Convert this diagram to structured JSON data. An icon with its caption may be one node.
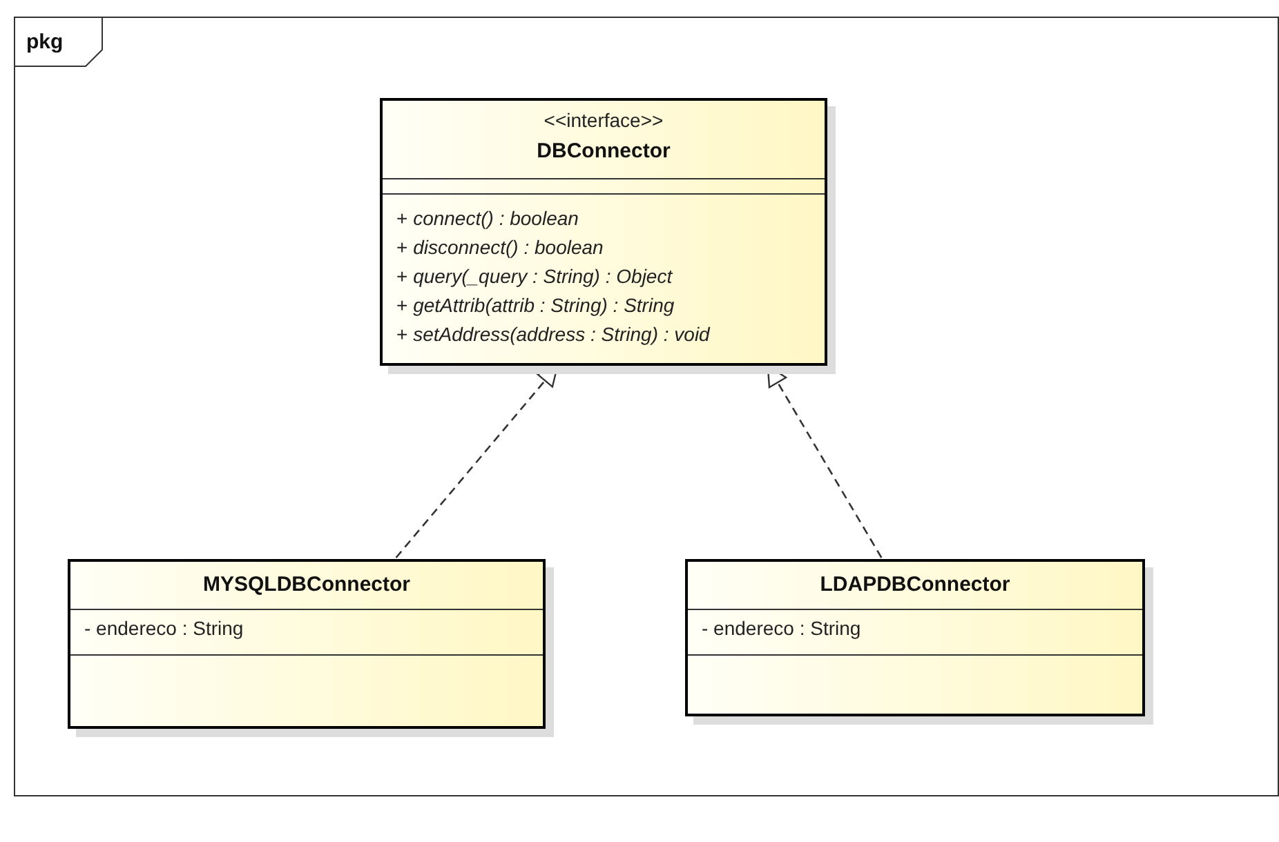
{
  "diagram": {
    "nodes": [
      {
        "text": [
          "pkg"
        ]
      },
      {
        "text": [
          "<<interface>>",
          "DBConnector",
          "+ *connect() : boolean*",
          "+ *disconnect() : boolean*",
          "+ *query(_query : String) : Object*",
          "+ *getAttrib(attrib : String) : String*",
          "+ *setAddress(address : String) : void*"
        ],
        "in": 0
      },
      {
        "text": [
          "MYSQLDBConnector",
          "- endereco : String"
        ],
        "in": 0
      },
      {
        "text": [
          "LDAPDBConnector",
          "- endereco : String"
        ],
        "in": 0
      }
    ],
    "edges": [
      {
        "from": 2,
        "to": 1,
        "arrow": "to",
        "style": "dashed"
      },
      {
        "from": 3,
        "to": 1,
        "arrow": "to",
        "style": "dashed"
      }
    ]
  }
}
